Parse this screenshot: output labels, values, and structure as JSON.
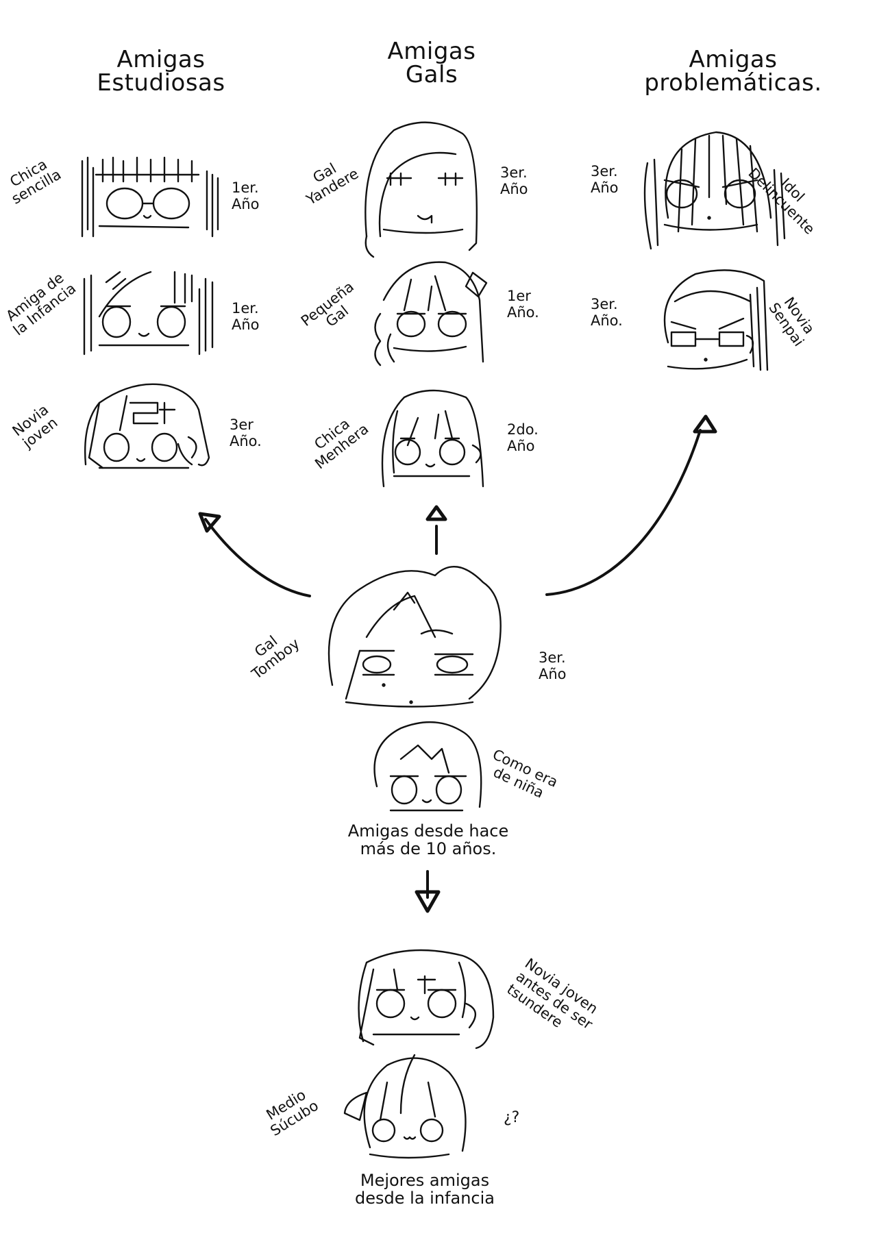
{
  "groups": {
    "estudiosas": {
      "title_line1": "Amigas",
      "title_line2": "Estudiosas",
      "members": [
        {
          "name_line1": "Chica",
          "name_line2": "sencilla",
          "year_line1": "1er.",
          "year_line2": "Año"
        },
        {
          "name_line1": "Amiga de",
          "name_line2": "la Infancia",
          "year_line1": "1er.",
          "year_line2": "Año"
        },
        {
          "name_line1": "Novia",
          "name_line2": "joven",
          "year_line1": "3er",
          "year_line2": "Año."
        }
      ]
    },
    "gals": {
      "title_line1": "Amigas",
      "title_line2": "Gals",
      "members": [
        {
          "name_line1": "Gal",
          "name_line2": "Yandere",
          "year_line1": "3er.",
          "year_line2": "Año"
        },
        {
          "name_line1": "Pequeña",
          "name_line2": "Gal",
          "year_line1": "1er",
          "year_line2": "Año."
        },
        {
          "name_line1": "Chica",
          "name_line2": "Menhera",
          "year_line1": "2do.",
          "year_line2": "Año"
        }
      ]
    },
    "problematicas": {
      "title_line1": "Amigas",
      "title_line2": "problemáticas.",
      "members": [
        {
          "name_line1": "Idol",
          "name_line2": "Delincuente",
          "year_line1": "3er.",
          "year_line2": "Año"
        },
        {
          "name_line1": "Novia",
          "name_line2": "Senpai",
          "year_line1": "3er.",
          "year_line2": "Año."
        }
      ]
    }
  },
  "center": {
    "name_line1": "Gal",
    "name_line2": "Tomboy",
    "year_line1": "3er.",
    "year_line2": "Año",
    "child_label_line1": "Como era",
    "child_label_line2": "de niña",
    "caption_line1": "Amigas desde hace",
    "caption_line2": "más de 10 años."
  },
  "bottom": {
    "tsundere_label_line1": "Novia joven",
    "tsundere_label_line2": "antes de ser",
    "tsundere_label_line3": "tsundere",
    "succubus_label_line1": "Medio",
    "succubus_label_line2": "Súcubo",
    "question_mark": "¿?",
    "caption_line1": "Mejores amigas",
    "caption_line2": "desde la infancia"
  },
  "arrows": [
    "center-to-estudiosas",
    "center-to-gals",
    "center-to-problematicas",
    "child-to-bottom"
  ]
}
